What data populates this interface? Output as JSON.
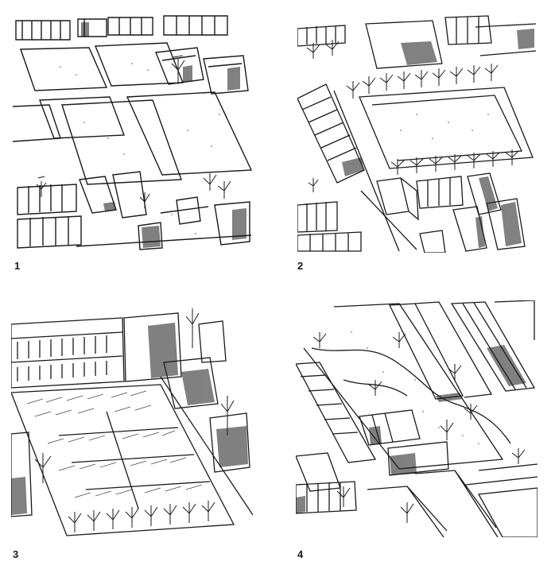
{
  "panels": [
    {
      "number": "1",
      "scene": "empty-lots-sketch"
    },
    {
      "number": "2",
      "scene": "tree-lined-park-sketch"
    },
    {
      "number": "3",
      "scene": "community-garden-sketch"
    },
    {
      "number": "4",
      "scene": "meadow-with-path-sketch"
    }
  ],
  "colors": {
    "ink": "#1a1a1a",
    "paper": "#ffffff",
    "stipple": "#555555"
  }
}
